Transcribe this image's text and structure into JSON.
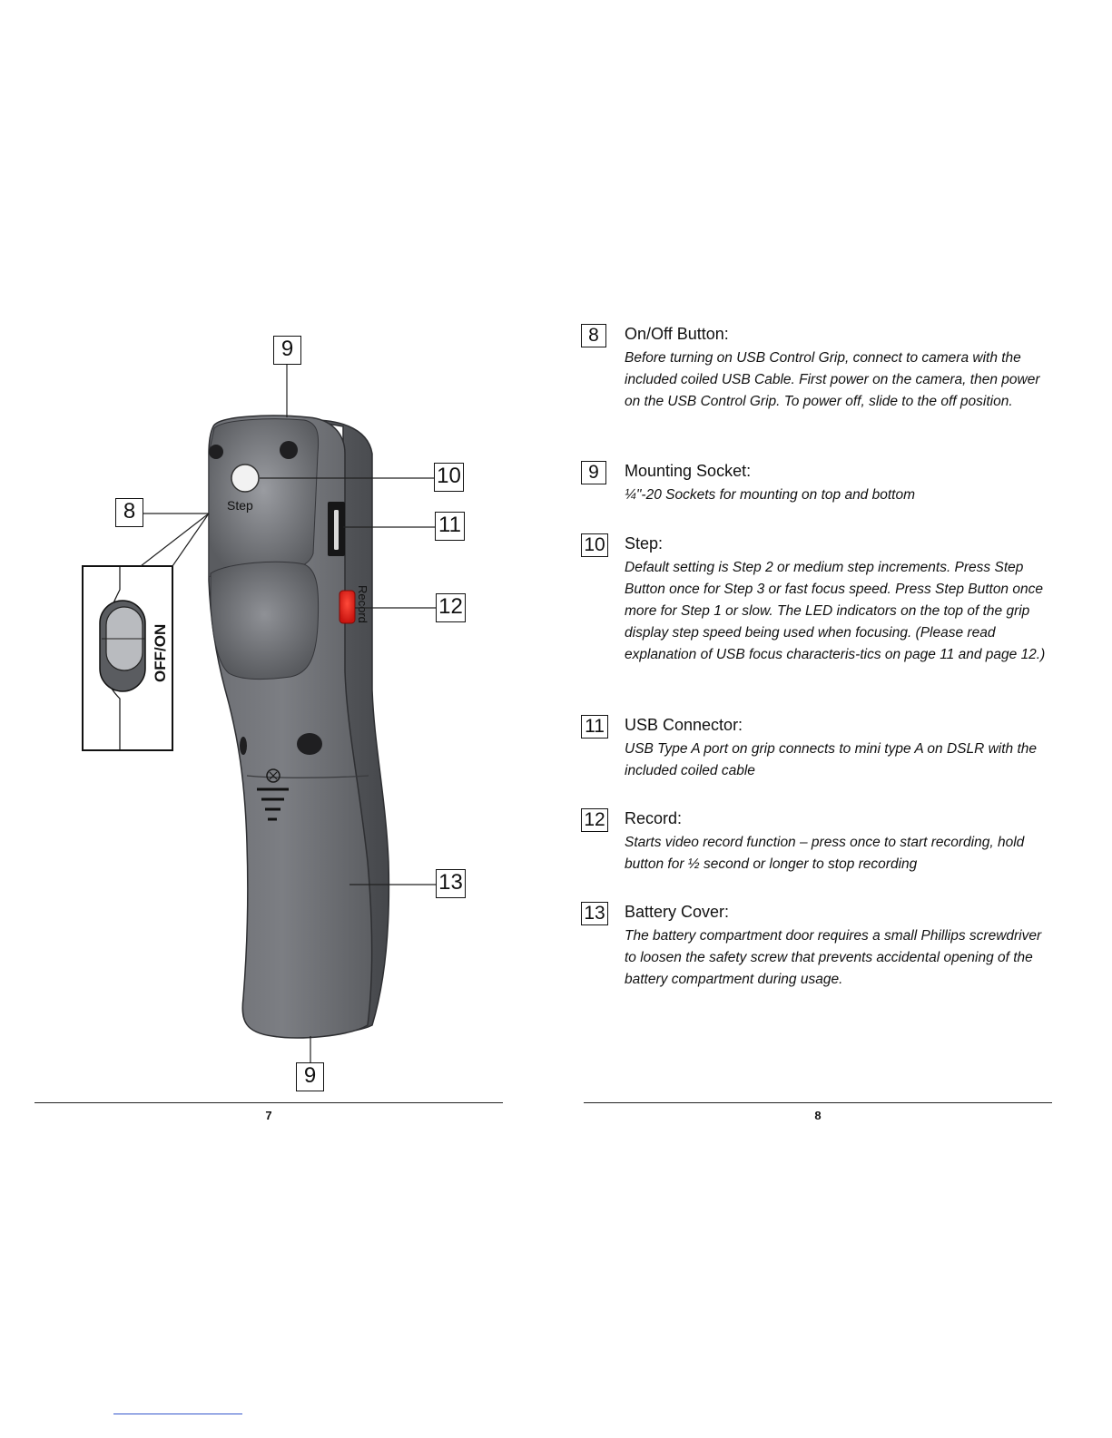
{
  "left_page": {
    "page_number": "7",
    "figure": {
      "callouts": {
        "top_socket": "9",
        "step": "10",
        "on_off": "8",
        "usb": "11",
        "record": "12",
        "battery": "13",
        "bottom_socket": "9"
      },
      "device_labels": {
        "step": "Step",
        "record": "Record",
        "switch": "OFF/ON"
      },
      "colors": {
        "grip_body": "#6e7075",
        "grip_dark": "#4f5155",
        "record_button": "#e0201c",
        "step_button": "#f2f2f2"
      }
    }
  },
  "right_page": {
    "page_number": "8",
    "items": [
      {
        "number": "8",
        "title": "On/Off Button:",
        "description": "Before turning on USB Control Grip, connect to camera with the included coiled USB Cable. First power on the camera, then power on the USB Control Grip. To power off, slide to the off position."
      },
      {
        "number": "9",
        "title": "Mounting Socket:",
        "description": "¼\"-20  Sockets for mounting on top and bottom"
      },
      {
        "number": "10",
        "title": "Step:",
        "description": "Default setting is Step 2 or medium step increments. Press Step Button once for Step 3 or fast focus speed. Press Step Button once more for Step 1 or slow. The LED indicators on the top of the grip display step speed being used when focusing. (Please read explanation of USB focus characteris-tics on page 11 and page 12.)"
      },
      {
        "number": "11",
        "title": "USB Connector:",
        "description": "USB Type A port on grip connects to mini type A on DSLR with the included coiled cable"
      },
      {
        "number": "12",
        "title": "Record:",
        "description": "Starts video record function – press once to start recording, hold button for ½ second or longer to stop recording"
      },
      {
        "number": "13",
        "title": "Battery Cover:",
        "description": "The battery compartment door requires a small Phillips screwdriver to loosen the safety screw that prevents accidental opening of the battery compartment during usage."
      }
    ]
  }
}
